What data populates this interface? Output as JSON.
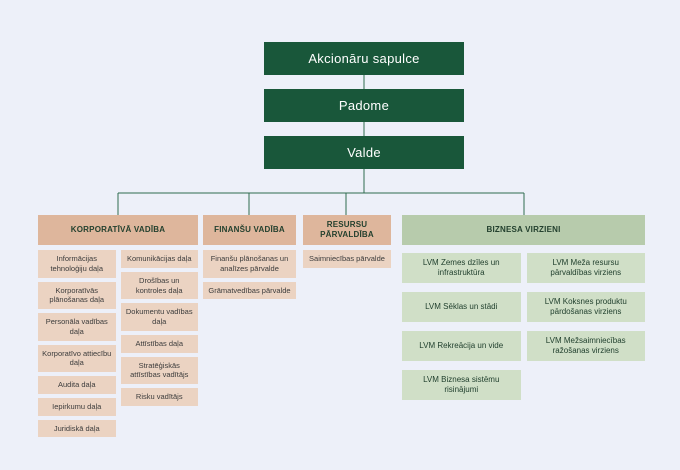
{
  "top_chain": [
    "Akcionāru sapulce",
    "Padome",
    "Valde"
  ],
  "groups": [
    {
      "title": "KORPORATĪVĀ VADĪBA",
      "theme": "tan",
      "columns": [
        {
          "items": [
            "Informācijas tehnoloģiju daļa",
            "Korporatīvās plānošanas daļa",
            "Personāla vadības daļa",
            "Korporatīvo attiecību daļa",
            "Audita daļa",
            "Iepirkumu daļa",
            "Juridiskā daļa"
          ]
        },
        {
          "items": [
            "Komunikācijas daļa",
            "Drošības un kontroles daļa",
            "Dokumentu vadības daļa",
            "Attīstības daļa",
            "Stratēģiskās attīstības vadītājs",
            "Risku vadītājs"
          ]
        }
      ]
    },
    {
      "title": "FINANŠU VADĪBA",
      "theme": "tan",
      "columns": [
        {
          "items": [
            "Finanšu plānošanas un analīzes pārvalde",
            "Grāmatvedības pārvalde"
          ]
        }
      ]
    },
    {
      "title": "RESURSU PĀRVALDĪBA",
      "theme": "tan",
      "columns": [
        {
          "items": [
            "Saimniecības pārvalde"
          ]
        }
      ]
    },
    {
      "title": "BIZNESA VIRZIENI",
      "theme": "green",
      "columns": [
        {
          "items": [
            "LVM Zemes dzīles un infrastruktūra",
            "LVM Sēklas un stādi",
            "LVM Rekreācija un vide",
            "LVM Biznesa sistēmu risinājumi"
          ]
        },
        {
          "items": [
            "LVM Meža resursu pārvaldības virziens",
            "LVM Koksnes produktu pārdošanas virziens",
            "LVM Mežsaimniecības ražošanas virziens"
          ]
        }
      ]
    }
  ],
  "colors": {
    "background": "#edf0f9",
    "dark_green_box": "#19573a",
    "tan_header": "#deb69c",
    "tan_item": "#ebd3c2",
    "sage_header": "#b7cbac",
    "sage_item": "#d0dfc7",
    "connector_line": "#2e6b4f"
  }
}
